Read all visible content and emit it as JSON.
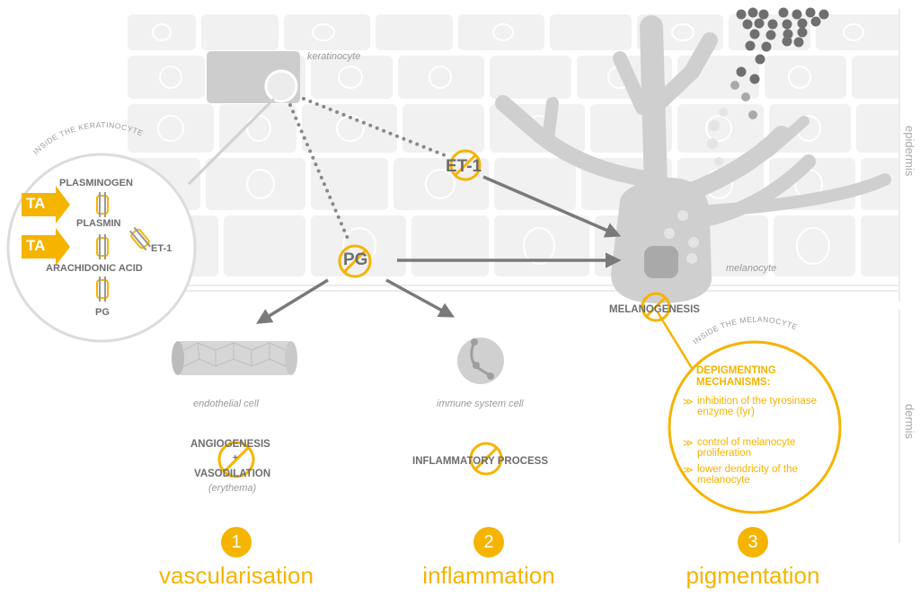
{
  "labels": {
    "keratinocyte": "keratinocyte",
    "melanocyte": "melanocyte",
    "epidermis": "epidermis",
    "dermis": "dermis",
    "endothelial_cell": "endothelial cell",
    "immune_system_cell": "immune system cell",
    "et1_main": "ET-1",
    "pg_main": "PG",
    "melanogenesis": "MELANOGENESIS",
    "angiogenesis": "ANGIOGENESIS",
    "plus": "+",
    "vasodilation": "VASODILATION",
    "erythema": "(erythema)",
    "inflammatory_process": "INFLAMMATORY PROCESS"
  },
  "keratinocyte_inset": {
    "title": "INSIDE THE KERATINOCYTE",
    "plasminogen": "PLASMINOGEN",
    "plasmin": "PLASMIN",
    "et1": "ET-1",
    "arachidonic_acid": "ARACHIDONIC ACID",
    "pg": "PG",
    "ta": "TA"
  },
  "melanocyte_inset": {
    "title": "INSIDE THE MELANOCYTE",
    "heading": "DEPIGMENTING MECHANISMS:",
    "items": [
      "inhibition of the tyrosinase enzyme (fyr)",
      "control of melanocyte proliferation",
      "lower dendricity of the melanocyte"
    ],
    "bullet": "≫"
  },
  "categories": [
    {
      "number": "1",
      "name": "vascularisation"
    },
    {
      "number": "2",
      "name": "inflammation"
    },
    {
      "number": "3",
      "name": "pigmentation"
    }
  ],
  "colors": {
    "accent": "#f5b400",
    "grey": "#6d6d6d",
    "light_grey": "#e8e8e8"
  }
}
